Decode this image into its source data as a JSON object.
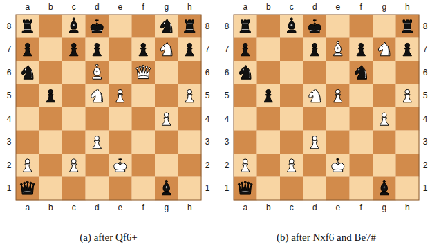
{
  "diagram": {
    "labels": [
      "a",
      "b",
      "c",
      "d",
      "e",
      "f",
      "g",
      "h",
      "8",
      "7",
      "6",
      "5",
      "4",
      "3",
      "2",
      "1",
      "8",
      "7",
      "6",
      "5",
      "4",
      "3",
      "2",
      "1",
      "a",
      "b",
      "c",
      "d",
      "e",
      "f",
      "g",
      "h",
      "(a) after Qf6+",
      "a",
      "b",
      "c",
      "d",
      "e",
      "f",
      "g",
      "h",
      "8",
      "7",
      "6",
      "5",
      "4",
      "3",
      "2",
      "1",
      "8",
      "7",
      "6",
      "5",
      "4",
      "3",
      "2",
      "1",
      "a",
      "b",
      "c",
      "d",
      "e",
      "f",
      "g",
      "h",
      "(b) after Nxf6 and Be7#"
    ]
  }
}
